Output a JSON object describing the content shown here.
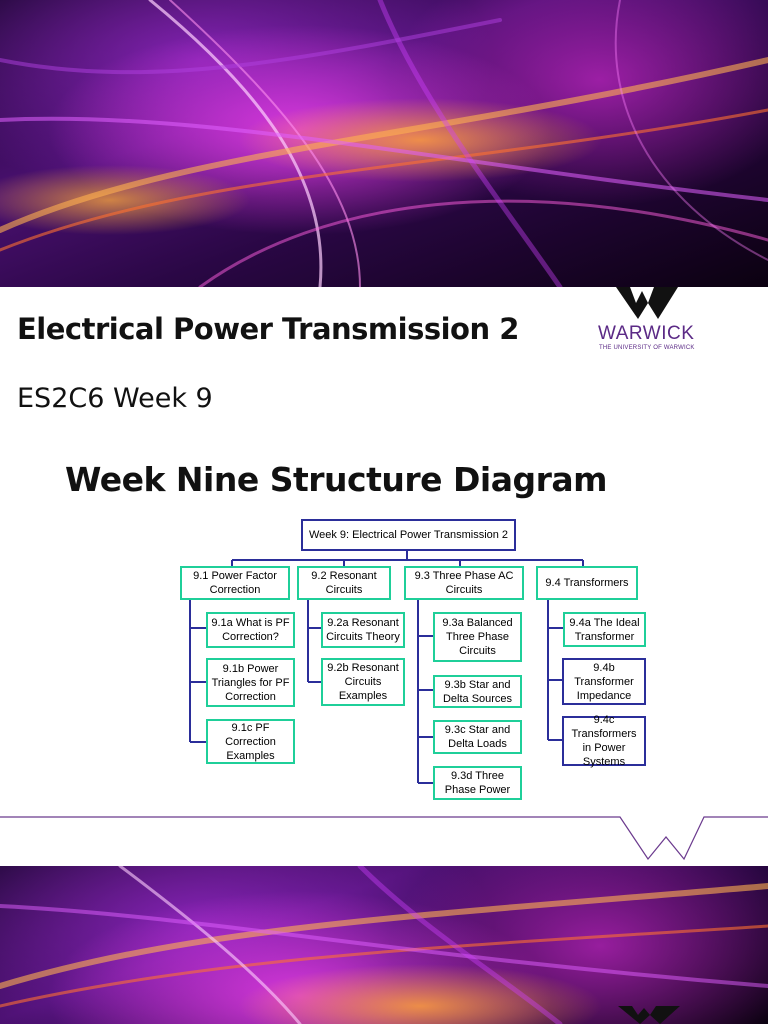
{
  "slide": {
    "title": "Electrical Power Transmission 2",
    "subtitle": "ES2C6 Week 9",
    "diagram_heading": "Week Nine Structure Diagram"
  },
  "logo": {
    "wordmark": "WARWICK",
    "tagline": "THE UNIVERSITY OF WARWICK",
    "color": "#5b2a86"
  },
  "diagram": {
    "root": "Week 9: Electrical Power Transmission 2",
    "colors": {
      "teal": "#1fcf99",
      "navy": "#2b2e9a"
    },
    "sections": [
      {
        "label": "9.1 Power Factor Correction",
        "children": [
          "9.1a What is PF Correction?",
          "9.1b Power Triangles for PF Correction",
          "9.1c PF Correction Examples"
        ]
      },
      {
        "label": "9.2 Resonant Circuits",
        "children": [
          "9.2a Resonant Circuits Theory",
          "9.2b Resonant Circuits Examples"
        ]
      },
      {
        "label": "9.3 Three Phase AC Circuits",
        "children": [
          "9.3a Balanced Three Phase Circuits",
          "9.3b Star and Delta Sources",
          "9.3c Star and Delta Loads",
          "9.3d Three Phase Power"
        ]
      },
      {
        "label": "9.4 Transformers",
        "children": [
          "9.4a The Ideal Transformer",
          "9.4b Transformer Impedance",
          "9.4c Transformers in Power Systems"
        ]
      }
    ]
  }
}
